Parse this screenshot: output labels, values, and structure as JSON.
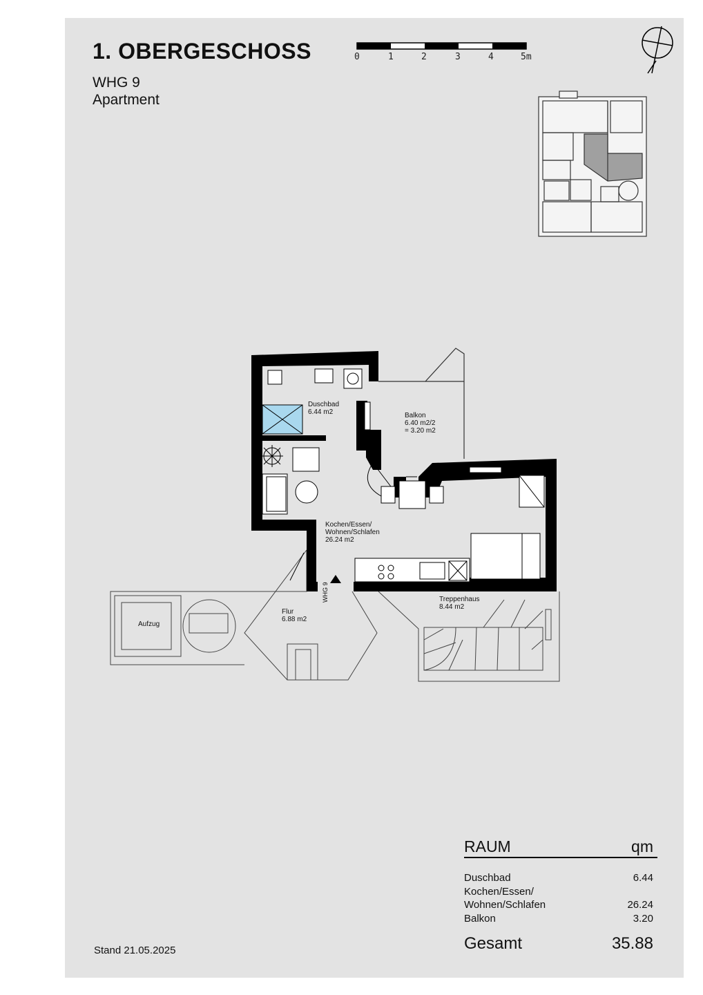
{
  "header": {
    "floor_title": "1. OBERGESCHOSS",
    "unit": "WHG 9",
    "unit_type": "Apartment"
  },
  "scale_bar": {
    "labels": [
      "0",
      "1",
      "2",
      "3",
      "4",
      "5m"
    ]
  },
  "plan": {
    "rooms": [
      {
        "name": "Duschbad",
        "area": "6.44 m2"
      },
      {
        "name": "Balkon",
        "area": "6.40 m2/2",
        "area2": "= 3.20 m2"
      },
      {
        "name1": "Kochen/Essen/",
        "name2": "Wohnen/Schlafen",
        "area": "26.24 m2"
      },
      {
        "name": "Treppenhaus",
        "area": "8.44 m2"
      },
      {
        "name": "Flur",
        "area": "6.88 m2"
      },
      {
        "name": "Aufzug"
      }
    ],
    "entrance_label": "WHG 9"
  },
  "area_table": {
    "header_room": "RAUM",
    "header_unit": "qm",
    "rows": [
      {
        "name": "Duschbad",
        "value": "6.44"
      },
      {
        "name1": "Kochen/Essen/",
        "name2": "Wohnen/Schlafen",
        "value": "26.24"
      },
      {
        "name": "Balkon",
        "value": "3.20"
      }
    ],
    "total_label": "Gesamt",
    "total_value": "35.88"
  },
  "footer": {
    "stand": "Stand 21.05.2025"
  },
  "colors": {
    "sheet": "#e3e3e3",
    "wall": "#000000",
    "shower": "#a9d8ee",
    "highlight": "#a0a0a0"
  }
}
